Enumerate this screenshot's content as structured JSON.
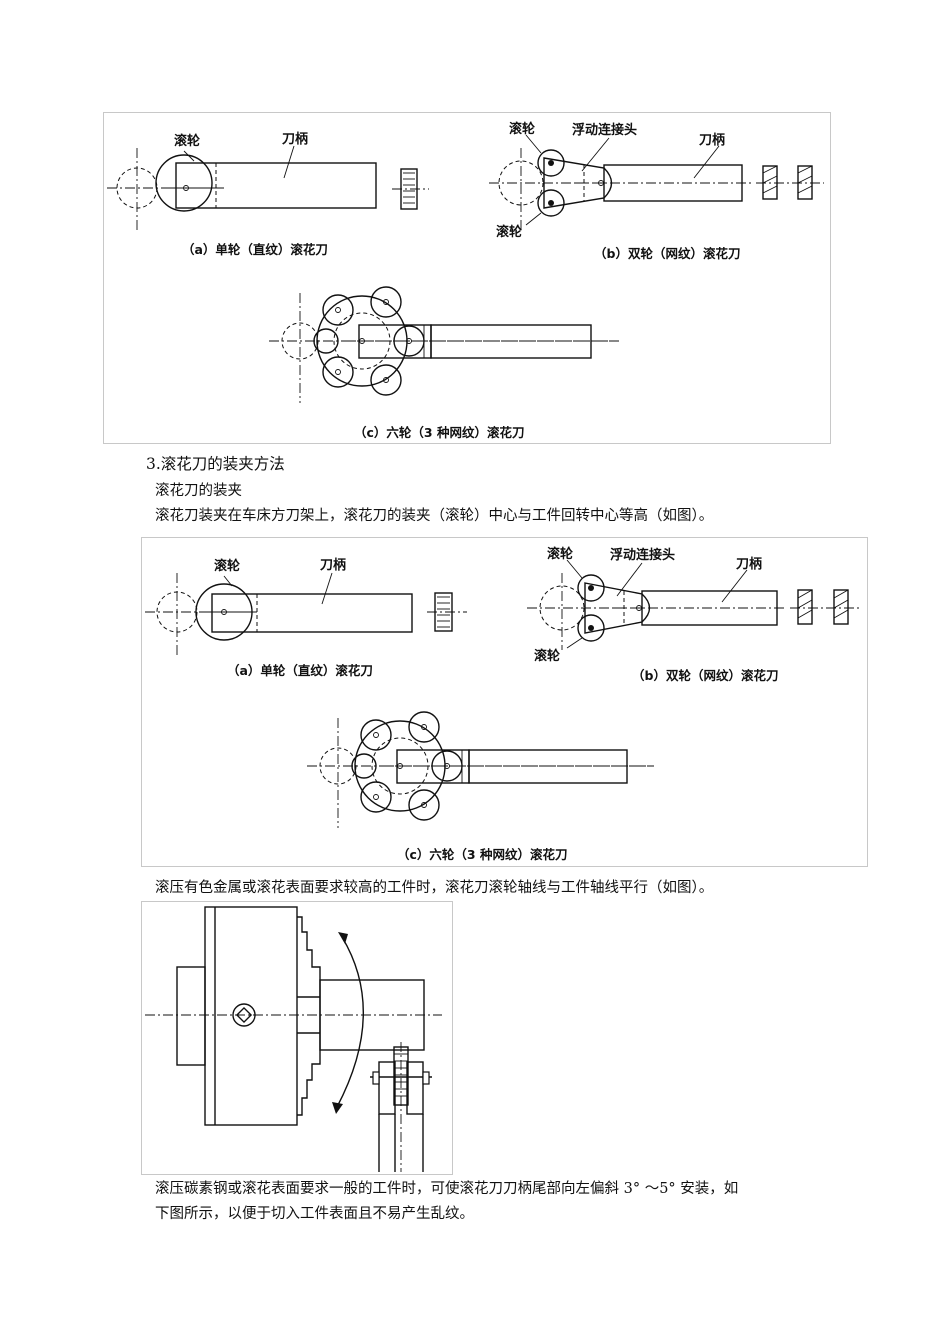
{
  "figure1": {
    "labels": {
      "roller": "滚轮",
      "handle": "刀柄",
      "float_joint": "浮动连接头"
    },
    "captions": {
      "a": "（a）单轮（直纹）滚花刀",
      "b": "（b）双轮（网纹）滚花刀",
      "c": "（c）六轮（3 种网纹）滚花刀"
    }
  },
  "section_heading": "3.滚花刀的装夹方法",
  "subheading": "滚花刀的装夹",
  "para1": "滚花刀装夹在车床方刀架上，滚花刀的装夹（滚轮）中心与工件回转中心等高（如图）。",
  "figure2": {
    "labels": {
      "roller": "滚轮",
      "handle": "刀柄",
      "float_joint": "浮动连接头"
    },
    "captions": {
      "a": "（a）单轮（直纹）滚花刀",
      "b": "（b）双轮（网纹）滚花刀",
      "c": "（c）六轮（3 种网纹）滚花刀"
    }
  },
  "para2": "滚压有色金属或滚花表面要求较高的工件时，滚花刀滚轮轴线与工件轴线平行（如图）。",
  "para3_line1": "滚压碳素钢或滚花表面要求一般的工件时，可使滚花刀刀柄尾部向左偏斜 3° ～5° 安装，如",
  "para3_line2": "下图所示，以便于切入工件表面且不易产生乱纹。"
}
